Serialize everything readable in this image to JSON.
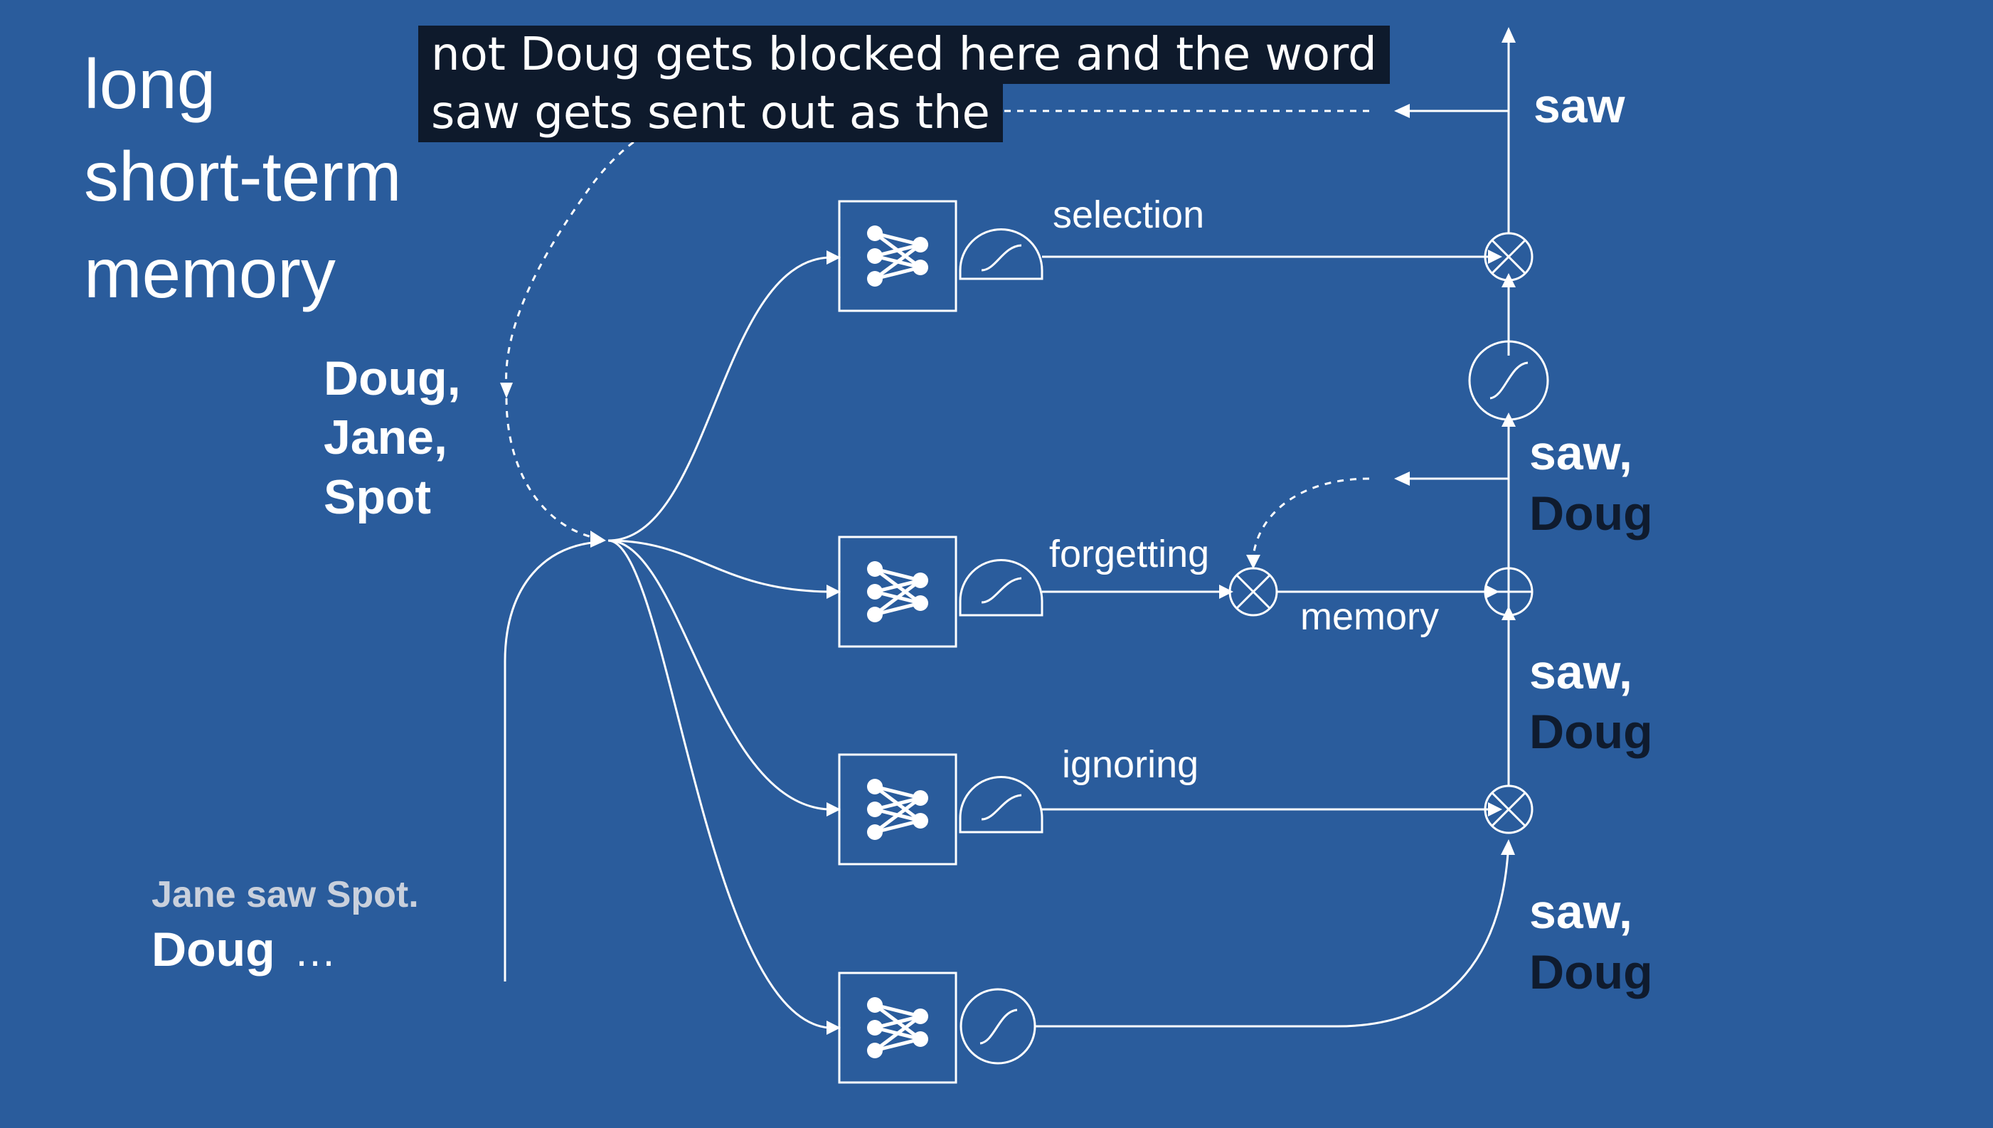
{
  "title": {
    "line1": "long",
    "line2": "short-term",
    "line3": "memory"
  },
  "caption": {
    "line1": "not Doug gets blocked here and the word",
    "line2": "saw gets sent out as the"
  },
  "input_block": {
    "words": [
      "Doug,",
      "Jane,",
      "Spot"
    ]
  },
  "sentence": {
    "context": "Jane saw Spot.",
    "current": "Doug",
    "ellipsis": "…"
  },
  "gates": {
    "selection": "selection",
    "forgetting": "forgetting",
    "ignoring": "ignoring",
    "memory": "memory"
  },
  "outputs": {
    "top": "saw",
    "after_sel_a": "saw,",
    "after_sel_b": "Doug",
    "after_mem_a": "saw,",
    "after_mem_b": "Doug",
    "after_ign_a": "saw,",
    "after_ign_b": "Doug"
  },
  "colors": {
    "background": "#2a5c9c",
    "foreground": "#ffffff",
    "emphasis": "#0f1b2e",
    "caption_bg": "#0e1a2c"
  }
}
